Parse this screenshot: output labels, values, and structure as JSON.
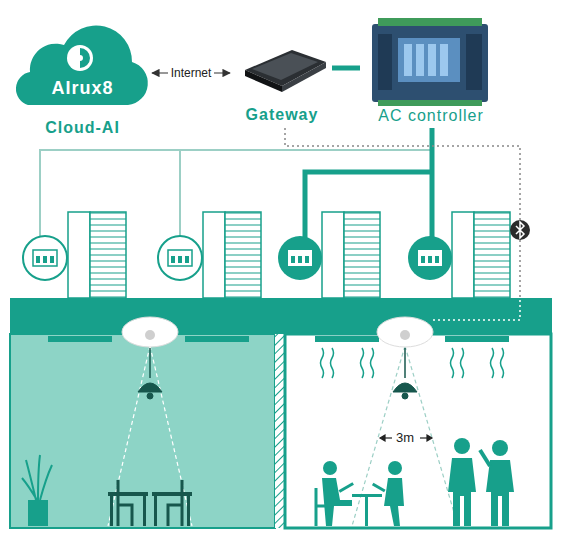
{
  "diagram": {
    "nodes": [
      {
        "text": [
          "AIrux8",
          "Cloud-AI"
        ]
      },
      {
        "text": [
          "Gateway"
        ]
      },
      {
        "text": [
          "AC controller"
        ]
      }
    ],
    "edges": [
      {
        "from": 0,
        "to": 1,
        "label": "Internet",
        "arrow": "both"
      },
      {
        "from": 1,
        "to": 2,
        "arrow": "none"
      }
    ],
    "labels": [
      "3m"
    ]
  }
}
